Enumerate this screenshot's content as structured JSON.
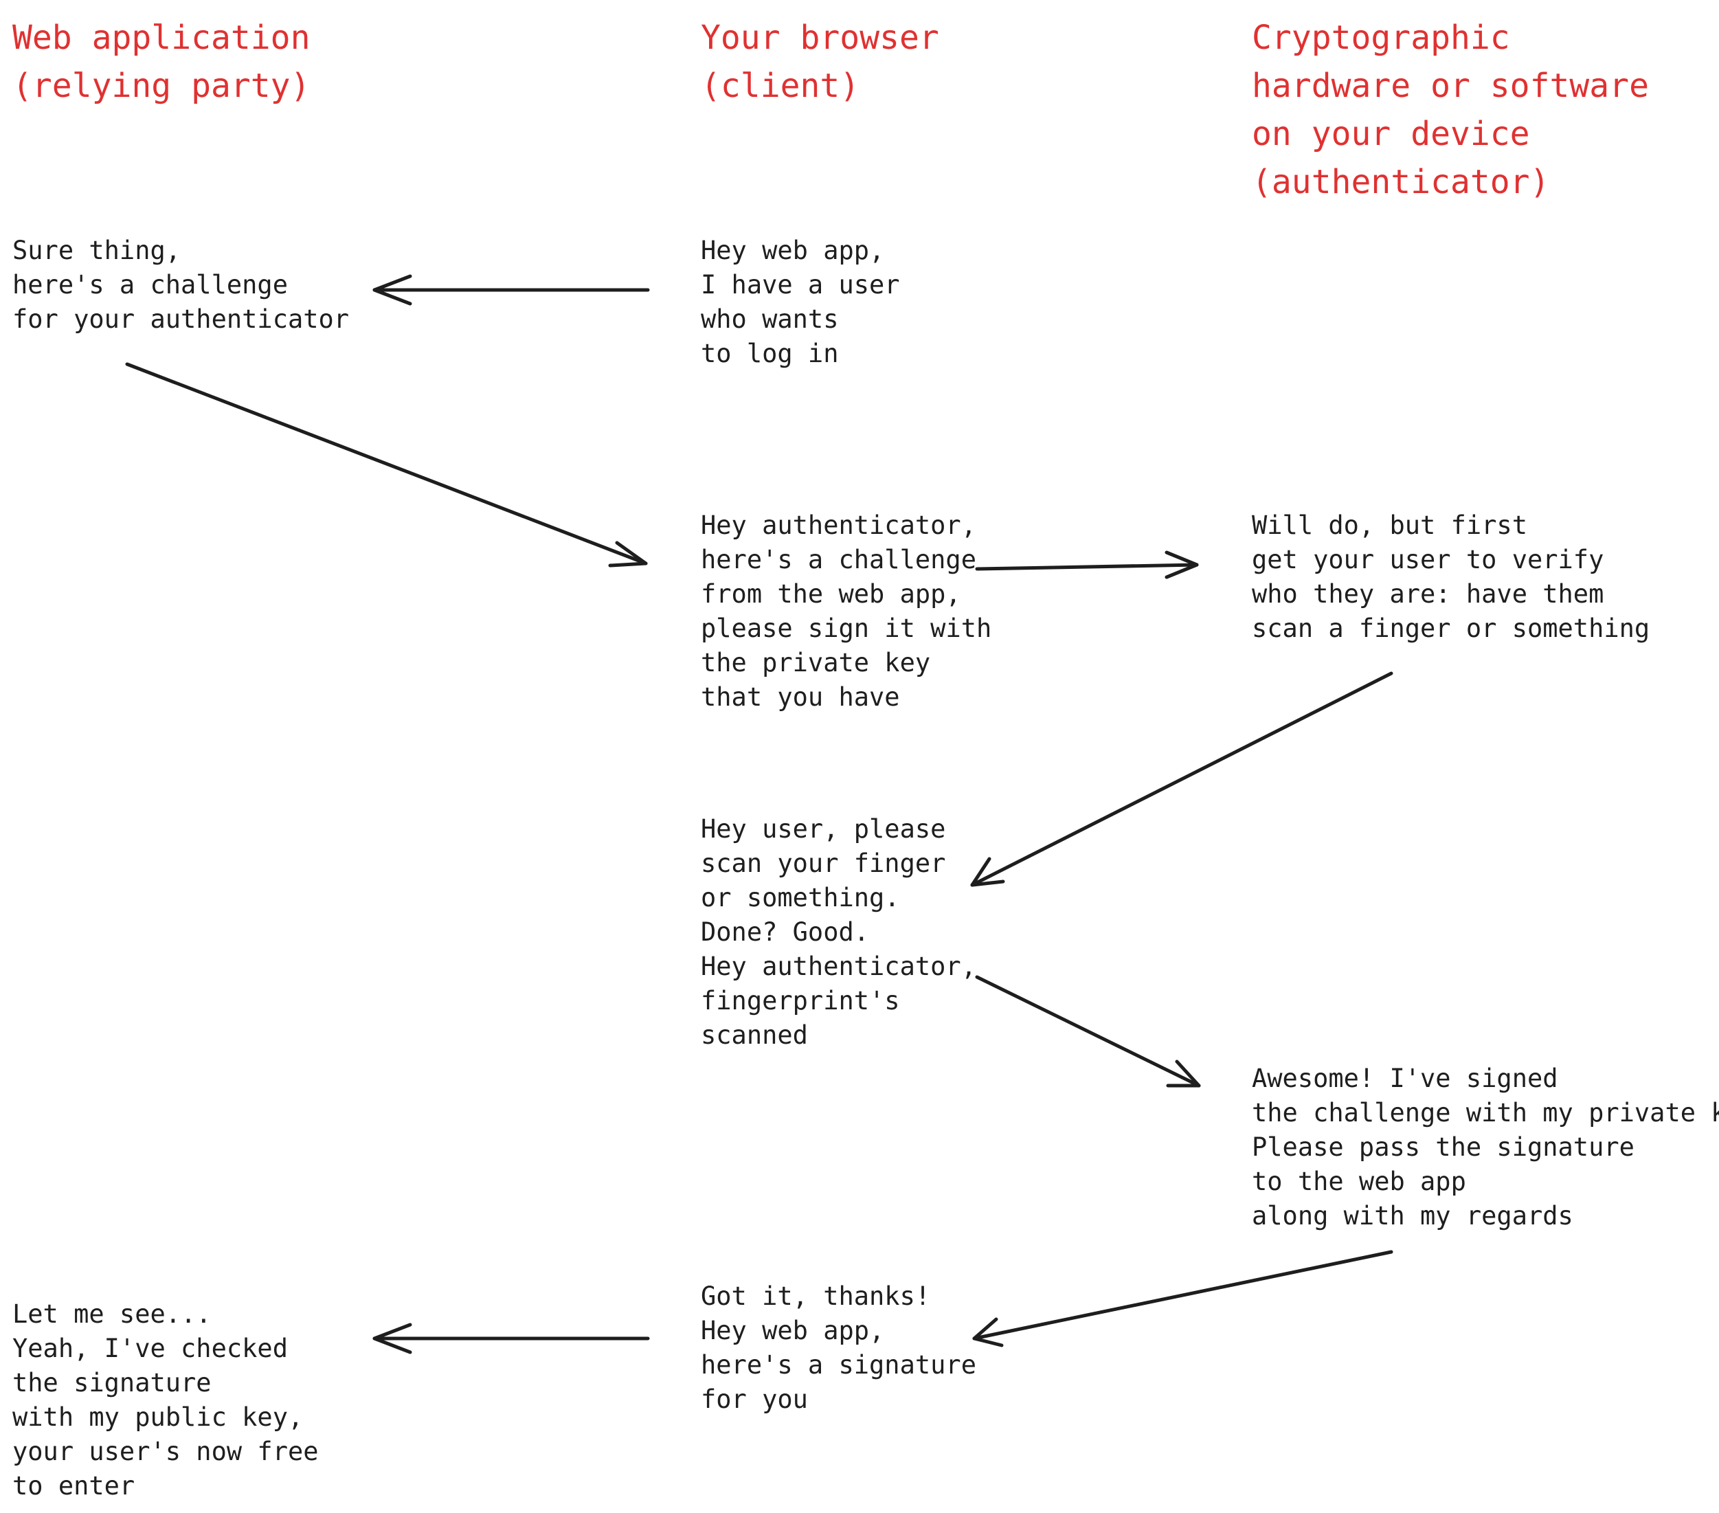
{
  "columns": {
    "relying_party": "Web application\n(relying party)",
    "client": "Your browser\n(client)",
    "authenticator": "Cryptographic\nhardware or software\non your device\n(authenticator)"
  },
  "messages": {
    "m1": "Hey web app,\nI have a user\nwho wants\nto log in",
    "m2": "Sure thing,\nhere's a challenge\nfor your authenticator",
    "m3": "Hey authenticator,\nhere's a challenge\nfrom the web app,\nplease sign it with\nthe private key\nthat you have",
    "m4": "Will do, but first\nget your user to verify\nwho they are: have them\nscan a finger or something",
    "m5": "Hey user, please\nscan your finger\nor something.\nDone? Good.\nHey authenticator,\nfingerprint's\nscanned",
    "m6": "Awesome! I've signed\nthe challenge with my private key.\nPlease pass the signature\nto the web app\nalong with my regards",
    "m7": "Got it, thanks!\nHey web app,\nhere's a signature\nfor you",
    "m8": "Let me see...\nYeah, I've checked\nthe signature\nwith my public key,\nyour user's now free\nto enter"
  },
  "colors": {
    "header": "#e03131",
    "text": "#1e1e1e"
  }
}
